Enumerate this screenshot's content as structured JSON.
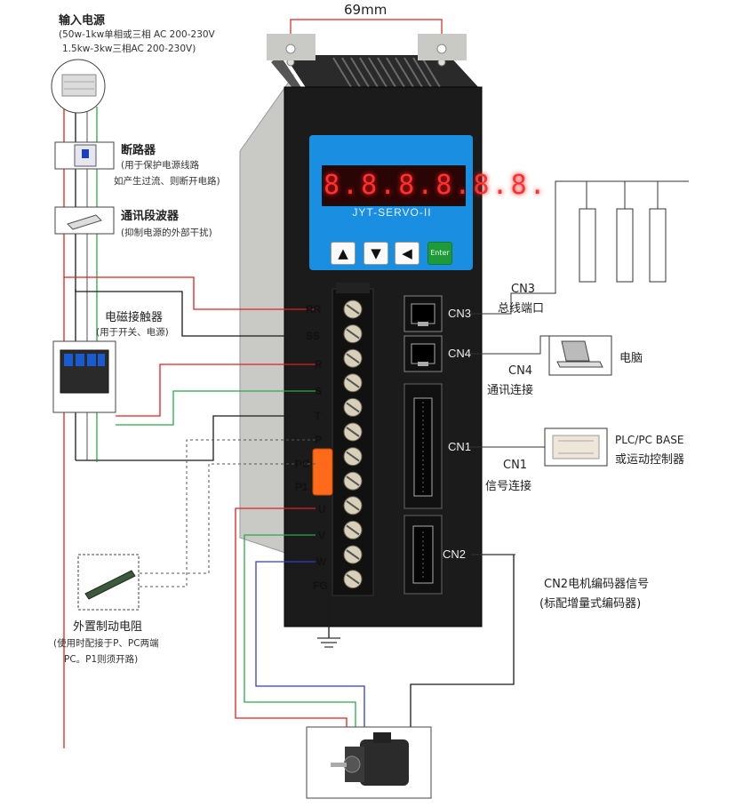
{
  "dimension": {
    "width_label": "69mm"
  },
  "power": {
    "title": "输入电源",
    "spec1": "(50w-1kw单相或三相 AC 200-230V",
    "spec2": "1.5kw-3kw三相AC 200-230V)"
  },
  "breaker": {
    "title": "断路器",
    "desc1": "(用于保护电源线路",
    "desc2": "如产生过流、则断开电路)"
  },
  "filter": {
    "title": "通讯段波器",
    "desc": "(抑制电源的外部干扰)"
  },
  "contactor": {
    "title": "电磁接触器",
    "desc": "(用于开关、电源)"
  },
  "resistor": {
    "title": "外置制动电阻",
    "desc1": "(使用时配接于P、PC两端",
    "desc2": "PC。P1则须开路)"
  },
  "drive": {
    "display": "8.8.8.8.8.8.",
    "brand": "JYT-SERVO-II",
    "keys": [
      {
        "name": "up-key",
        "symbol": "▲"
      },
      {
        "name": "down-key",
        "symbol": "▼"
      },
      {
        "name": "left-key",
        "symbol": "◀"
      },
      {
        "name": "enter-key",
        "symbol": "Enter"
      }
    ]
  },
  "terminals": [
    "RR",
    "SS",
    "R",
    "S",
    "T",
    "P",
    "PC",
    "P1",
    "U",
    "V",
    "W",
    "FG"
  ],
  "ports": {
    "cn3": "CN3",
    "cn4": "CN4",
    "cn1": "CN1",
    "cn2": "CN2"
  },
  "callouts": {
    "cn3_title": "CN3",
    "cn3_desc": "总线端口",
    "computer": "电脑",
    "cn4_title": "CN4",
    "cn4_desc": "通讯连接",
    "plc1": "PLC/PC BASE",
    "plc2": "或运动控制器",
    "cn1_title": "CN1",
    "cn1_desc": "信号连接",
    "cn2_desc1": "CN2电机编码器信号",
    "cn2_desc2": "(标配增量式编码器)"
  },
  "colors": {
    "red": "#e02020",
    "green": "#2aa84a",
    "blue": "#2f3fd0",
    "gray": "#7a7a7a",
    "black": "#1a1a1a",
    "lcd_blue": "#1a8ee0"
  }
}
